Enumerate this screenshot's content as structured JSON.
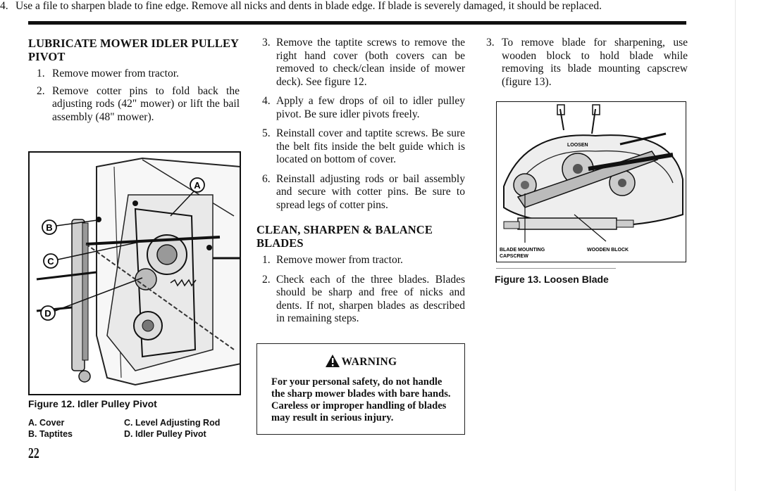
{
  "column1": {
    "heading": "LUBRICATE MOWER IDLER PULLEY PIVOT",
    "steps": [
      {
        "num": "1.",
        "text": "Remove mower from tractor."
      },
      {
        "num": "2.",
        "text": "Remove cotter pins to fold back the adjusting rods (42\" mower) or lift the bail assembly (48\" mower)."
      }
    ]
  },
  "figure12": {
    "callouts": [
      "A",
      "B",
      "C",
      "D"
    ],
    "caption": "Figure 12. Idler Pulley Pivot",
    "legend": [
      {
        "left": "A. Cover",
        "right": "C. Level Adjusting Rod"
      },
      {
        "left": "B. Taptites",
        "right": "D. Idler Pulley Pivot"
      }
    ]
  },
  "page_number": "22",
  "column2": {
    "steps_top": [
      {
        "num": "3.",
        "text": "Remove the taptite screws to remove the right hand cover (both covers can be removed to check/clean inside of mower deck). See figure 12."
      },
      {
        "num": "4.",
        "text": "Apply a few drops of oil to idler pulley pivot. Be sure idler pivots freely."
      },
      {
        "num": "5.",
        "text": "Reinstall cover and taptite screws. Be sure the belt fits inside the belt guide which is located on bottom of cover."
      },
      {
        "num": "6.",
        "text": "Reinstall adjusting rods or bail assembly and secure with cotter pins. Be sure to spread legs of cotter pins."
      }
    ],
    "heading": "CLEAN, SHARPEN & BALANCE BLADES",
    "steps_bottom": [
      {
        "num": "1.",
        "text": "Remove mower from tractor."
      },
      {
        "num": "2.",
        "text": "Check each of the three blades. Blades should be sharp and free of nicks and dents. If not, sharpen blades as described in remaining steps."
      }
    ],
    "warning": {
      "title": "WARNING",
      "text": "For your personal safety, do not handle the sharp mower blades with bare hands. Careless or improper handling of blades may result in serious injury."
    }
  },
  "column3": {
    "steps_top": [
      {
        "num": "3.",
        "text": "To remove blade for sharpening, use wooden block to hold blade while removing its blade mounting capscrew (figure 13)."
      }
    ],
    "steps_bottom": [
      {
        "num": "4.",
        "text": "Use a file to sharpen blade to fine edge. Remove all nicks and dents in blade edge. If blade is severely damaged, it should be replaced."
      }
    ]
  },
  "figure13": {
    "label_loosen": "LOOSEN",
    "label_capscrew_line1": "BLADE MOUNTING",
    "label_capscrew_line2": "CAPSCREW",
    "label_block": "WOODEN BLOCK",
    "caption": "Figure 13. Loosen Blade"
  }
}
